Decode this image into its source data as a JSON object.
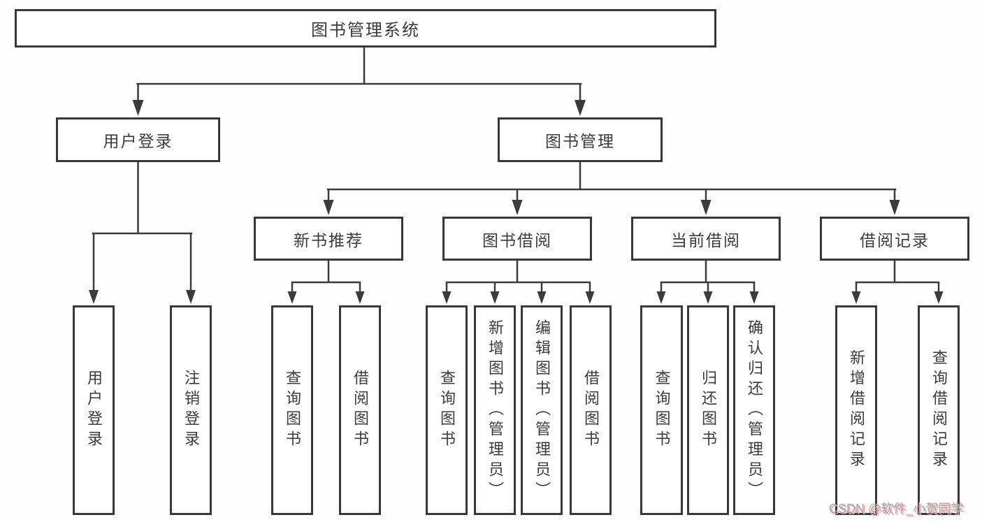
{
  "diagram": {
    "root": {
      "label": "图书管理系统"
    },
    "level2": [
      {
        "label": "用户登录"
      },
      {
        "label": "图书管理"
      }
    ],
    "level3": [
      {
        "label": "新书推荐"
      },
      {
        "label": "图书借阅"
      },
      {
        "label": "当前借阅"
      },
      {
        "label": "借阅记录"
      }
    ],
    "leaves": [
      {
        "label": "用户登录"
      },
      {
        "label": "注销登录"
      },
      {
        "label": "查询图书"
      },
      {
        "label": "借阅图书"
      },
      {
        "label": "查询图书"
      },
      {
        "label": "新增图书（管理员）"
      },
      {
        "label": "编辑图书（管理员）"
      },
      {
        "label": "借阅图书"
      },
      {
        "label": "查询图书"
      },
      {
        "label": "归还图书"
      },
      {
        "label": "确认归还（管理员）"
      },
      {
        "label": "新增借阅记录"
      },
      {
        "label": "查询借阅记录"
      }
    ]
  },
  "watermark": {
    "text": "CSDN @软件_小贺同学"
  },
  "colors": {
    "line": "#3b3b3b",
    "box_border": "#383838",
    "text": "#3b3b3b",
    "background": "#fefefe",
    "watermark_text": "#a6a6a6",
    "watermark_shadow": "#f5a3a3"
  }
}
